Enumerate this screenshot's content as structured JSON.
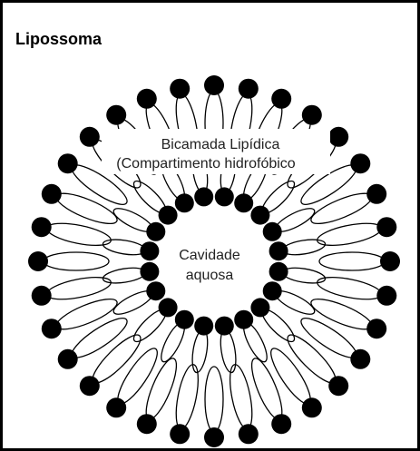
{
  "title": "Lipossoma",
  "labels": {
    "bilayer_line1": "Bicamada Lipídica",
    "bilayer_line2": "(Compartimento hidrofóbico",
    "cavity_line1": "Cavidade",
    "cavity_line2": "aquosa"
  },
  "colors": {
    "border": "#000000",
    "head": "#000000",
    "tail": "#000000",
    "background": "#ffffff"
  }
}
